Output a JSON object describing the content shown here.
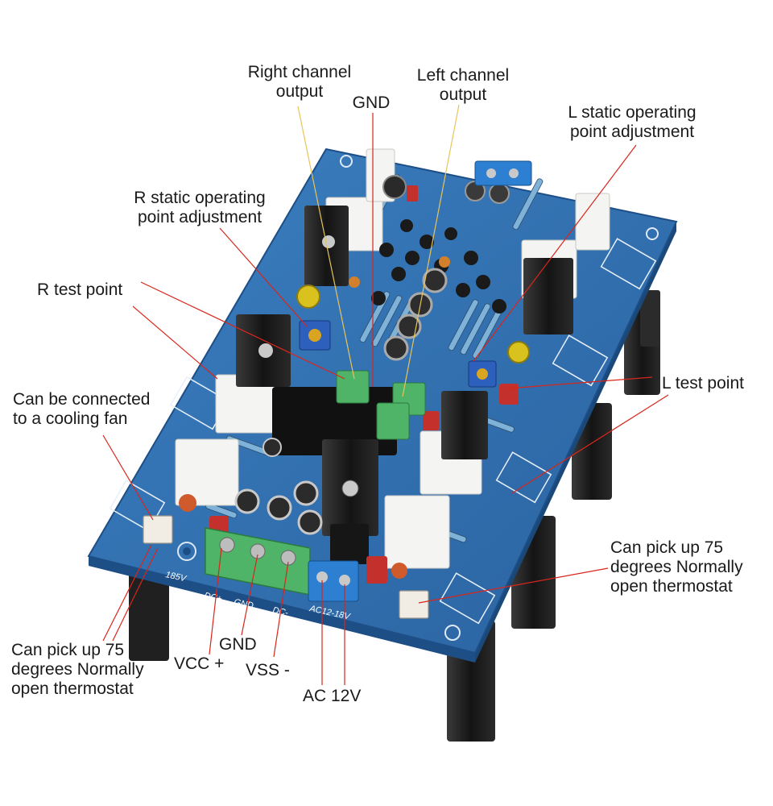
{
  "labels": {
    "right_channel_output": [
      "Right channel",
      "output"
    ],
    "gnd_top": "GND",
    "left_channel_output": [
      "Left channel",
      "output"
    ],
    "l_static": [
      "L static operating",
      "point adjustment"
    ],
    "r_static": [
      "R static operating",
      "point adjustment"
    ],
    "r_test_point": "R test point",
    "l_test_point": "L test point",
    "cooling_fan": [
      "Can be connected",
      "to a cooling fan"
    ],
    "thermostat_right": [
      "Can pick up 75",
      "degrees Normally",
      "open thermostat"
    ],
    "thermostat_left": [
      "Can pick up 75",
      "degrees Normally",
      "open thermostat"
    ],
    "gnd_bottom": "GND",
    "vcc": "VCC +",
    "vss": "VSS -",
    "ac": "AC 12V"
  },
  "silkscreen": {
    "dc_plus": "DC+",
    "gnd": "GND",
    "dc_minus": "DC-",
    "ac_input": "AC12-18V",
    "fan_volt": "185V"
  },
  "colors": {
    "pcb": "#2f6fae",
    "pcb_edge": "#1d4f86",
    "leader_red": "#d8261c",
    "leader_yellow": "#e7c45a",
    "terminal_green": "#4fb368",
    "terminal_blue": "#2c7fd1",
    "heatsink": "#1e1e1e"
  }
}
